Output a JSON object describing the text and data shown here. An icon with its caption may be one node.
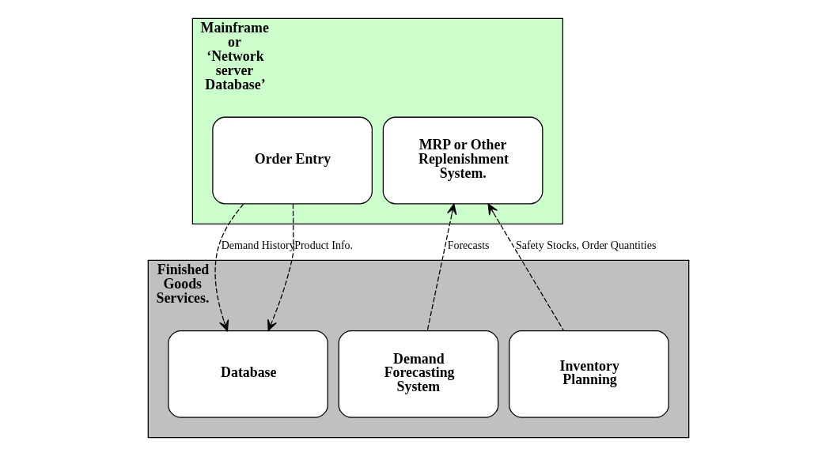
{
  "diagram": {
    "nodes": [
      {
        "text": [
          "Mainframe or ‘Network server Database’"
        ]
      },
      {
        "text": [
          "Order Entry"
        ],
        "in": 0
      },
      {
        "text": [
          "MRP or Other Replenishment System."
        ],
        "in": 0
      },
      {
        "text": [
          "Finished Goods Services."
        ]
      },
      {
        "text": [
          "Database"
        ],
        "in": 3
      },
      {
        "text": [
          "Demand Forecasting System"
        ],
        "in": 3
      },
      {
        "text": [
          "Inventory Planning"
        ],
        "in": 3
      }
    ],
    "edges": [
      {
        "from": 1,
        "to": 4,
        "arrow": "to",
        "label": "Demand History",
        "style": "dashed"
      },
      {
        "from": 1,
        "to": 4,
        "arrow": "to",
        "label": "Product Info.",
        "style": "dashed"
      },
      {
        "from": 5,
        "to": 2,
        "arrow": "to",
        "label": "Forecasts",
        "style": "dashed"
      },
      {
        "from": 6,
        "to": 2,
        "arrow": "to",
        "label": "Safety Stocks, Order Quantities",
        "style": "dashed"
      }
    ]
  }
}
